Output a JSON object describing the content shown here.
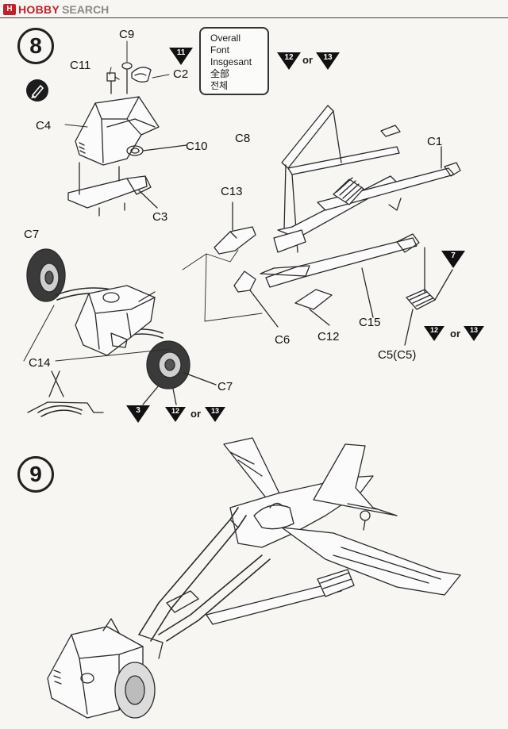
{
  "header": {
    "logo_mark": "H",
    "brand": "HOBBY",
    "brand2": "SEARCH"
  },
  "steps": [
    {
      "number": "8"
    },
    {
      "number": "9"
    }
  ],
  "note": {
    "lines": [
      "Overall",
      "Font",
      "Insgesant",
      "全部",
      "전체"
    ]
  },
  "parts": {
    "c9": "C9",
    "c11": "C11",
    "c2": "C2",
    "c4": "C4",
    "c10": "C10",
    "c3": "C3",
    "c8": "C8",
    "c1": "C1",
    "c13": "C13",
    "c7a": "C7",
    "c7b": "C7",
    "c6": "C6",
    "c12": "C12",
    "c15": "C15",
    "c14": "C14",
    "c5": "C5(C5)"
  },
  "paint_refs": {
    "top_single": "11",
    "top_pair": [
      "12",
      "13"
    ],
    "right_single": "7",
    "right_pair": [
      "12",
      "13"
    ],
    "bottom_single": "3",
    "bottom_pair": [
      "12",
      "13"
    ],
    "or_word": "or"
  }
}
